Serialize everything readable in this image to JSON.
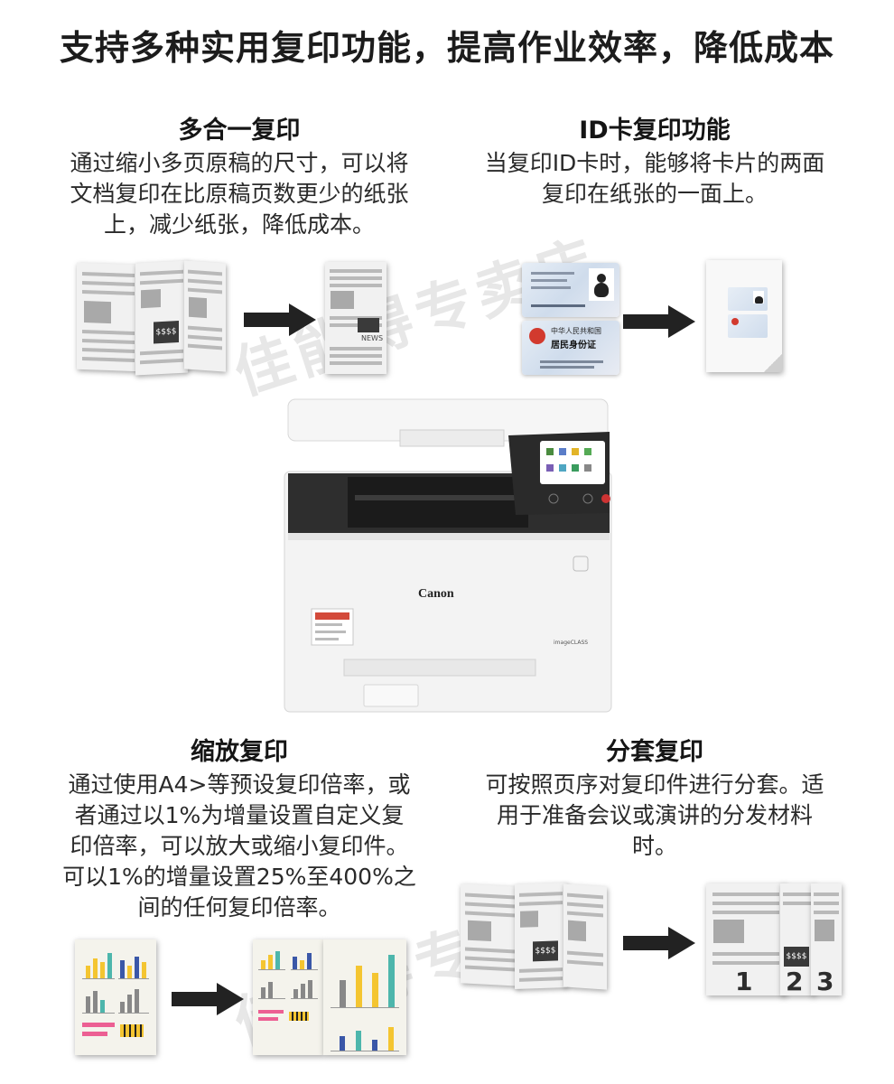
{
  "headline": "支持多种实用复印功能，提高作业效率，降低成本",
  "watermark": "佳能得专卖店",
  "features": [
    {
      "title": "多合一复印",
      "desc": [
        "通过缩小多页原稿的尺寸，可以将",
        "文档复印在比原稿页数更少的纸张",
        "上，减少纸张，降低成本。"
      ]
    },
    {
      "title": "ID卡复印功能",
      "desc": [
        "当复印ID卡时，能够将卡片的两面",
        "复印在纸张的一面上。"
      ]
    },
    {
      "title": "缩放复印",
      "desc": [
        "通过使用A4>等预设复印倍率，或",
        "者通过以1%为增量设置自定义复",
        "印倍率，可以放大或缩小复印件。",
        "可以1%的增量设置25%至400%之",
        "间的任何复印倍率。"
      ]
    },
    {
      "title": "分套复印",
      "desc": [
        "可按照页序对复印件进行分套。适",
        "用于准备会议或演讲的分发材料",
        "时。"
      ]
    }
  ],
  "printer": {
    "brand": "Canon",
    "model": "imageCLASS"
  },
  "page_numbers": [
    "1",
    "2",
    "3"
  ],
  "illustration_text": {
    "price": "$$$$",
    "news": "NEWS",
    "id_country": "中华人民共和国",
    "id_name": "居民身份证"
  },
  "colors": {
    "arrow": "#222222",
    "bar_yellow": "#f4c531",
    "bar_blue": "#3a57a8",
    "bar_teal": "#4db6ac",
    "bar_pink": "#ec5f93",
    "bar_gray": "#888888"
  }
}
